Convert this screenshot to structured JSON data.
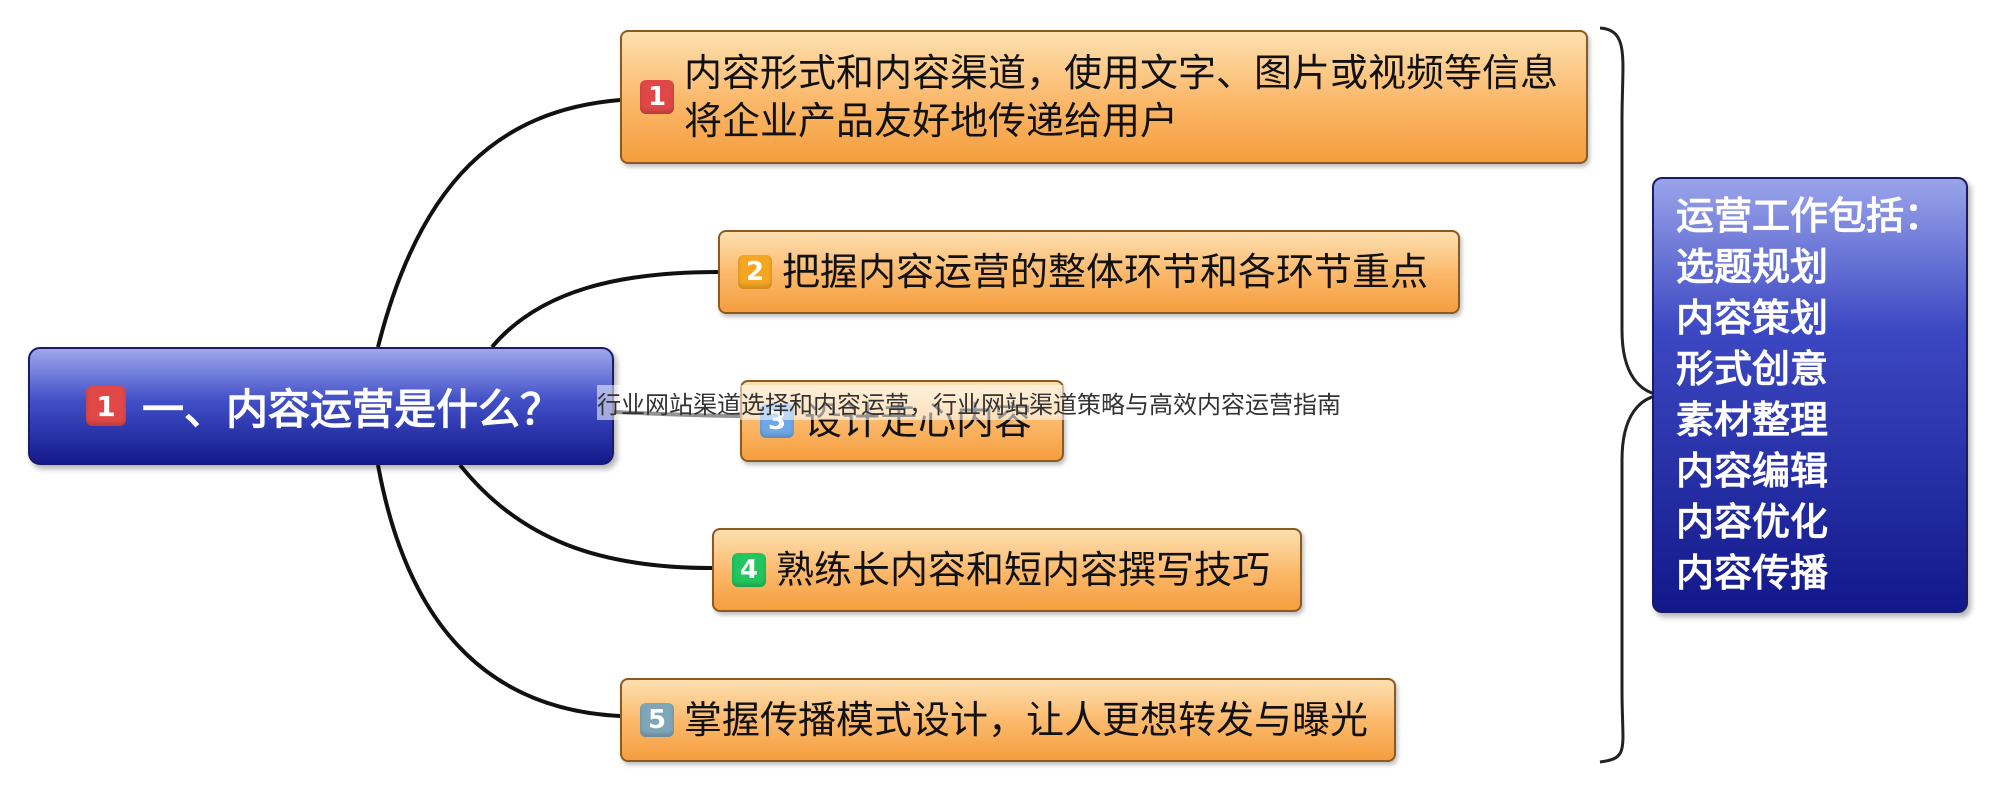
{
  "root": {
    "badge": "1",
    "label": "一、内容运营是什么？"
  },
  "branches": [
    {
      "badge": "1",
      "badge_color": "#e04848",
      "text": "内容形式和内容渠道，使用文字、图片或视频等信息将企业产品友好地传递给用户"
    },
    {
      "badge": "2",
      "badge_color": "#f5a623",
      "text": "把握内容运营的整体环节和各环节重点"
    },
    {
      "badge": "3",
      "badge_color": "#6fa8e8",
      "text": "设计走心内容"
    },
    {
      "badge": "4",
      "badge_color": "#22c55e",
      "text": "熟练长内容和短内容撰写技巧"
    },
    {
      "badge": "5",
      "badge_color": "#7fa6b8",
      "text": "掌握传播模式设计，让人更想转发与曝光"
    }
  ],
  "summary": {
    "title": "运营工作包括：",
    "items": [
      "选题规划",
      "内容策划",
      "形式创意",
      "素材整理",
      "内容编辑",
      "内容优化",
      "内容传播"
    ]
  },
  "overlay_caption": "行业网站渠道选择和内容运营，行业网站渠道策略与高效内容运营指南",
  "colors": {
    "node_fill": "#fbb768",
    "root_fill": "#141a8c",
    "connector": "#111111"
  }
}
